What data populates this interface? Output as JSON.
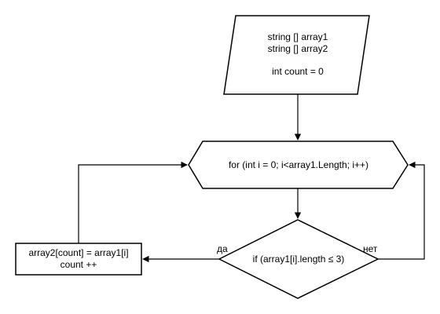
{
  "diagram": {
    "nodes": {
      "input": {
        "line1": "string [] array1",
        "line2": "string [] array2",
        "line3": "int count = 0"
      },
      "loop": {
        "label": "for (int i = 0; i<array1.Length; i++)"
      },
      "condition": {
        "label": "if (array1[i].length ≤ 3)"
      },
      "process": {
        "line1": "array2[count] = array1[i]",
        "line2": "count ++"
      }
    },
    "edges": {
      "yes_label": "да",
      "no_label": "нет"
    }
  }
}
